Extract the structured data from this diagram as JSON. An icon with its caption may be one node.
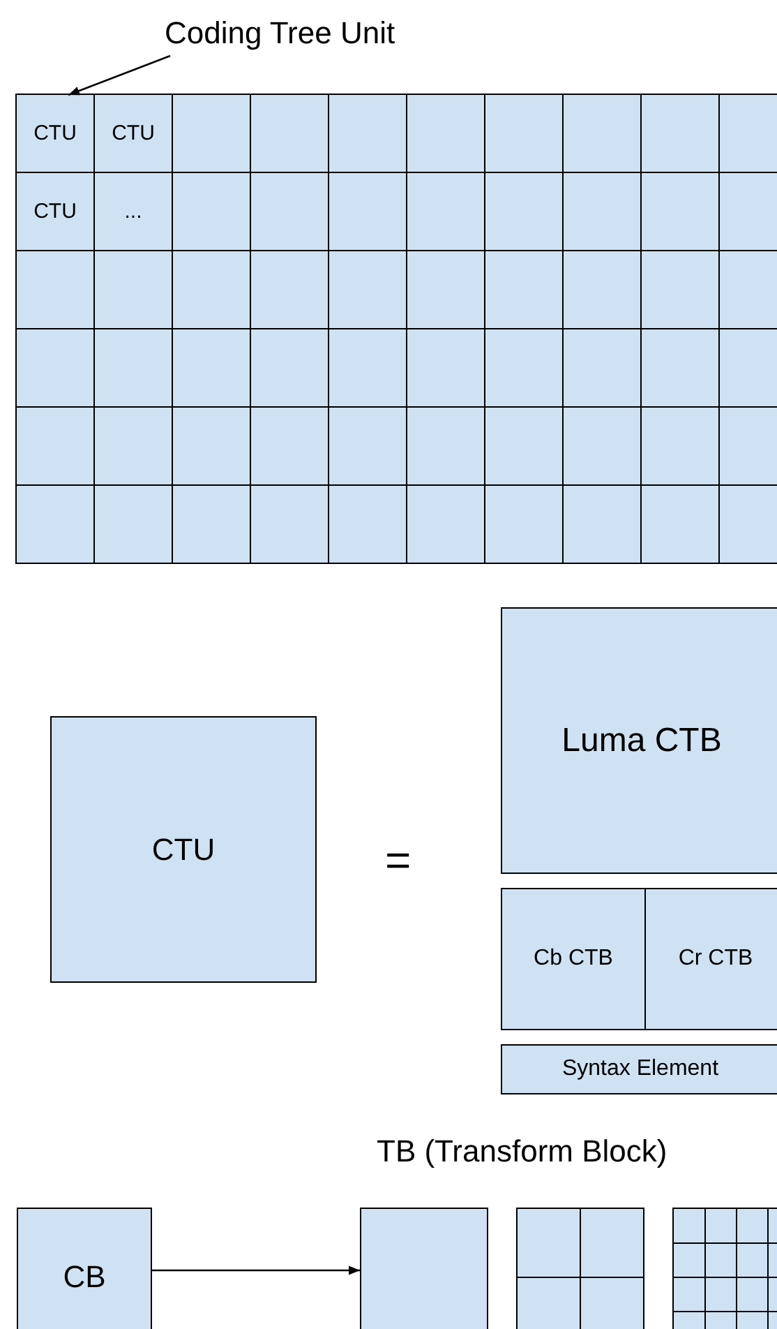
{
  "diagram": {
    "nodes": [
      {
        "text": [
          "Coding Tree Unit"
        ]
      },
      {
        "text": [
          "CTU"
        ]
      },
      {
        "text": [
          "CTU"
        ]
      },
      {
        "text": [],
        "shape": "box"
      },
      {
        "text": [],
        "shape": "box"
      },
      {
        "text": [],
        "shape": "box"
      },
      {
        "text": [],
        "shape": "box"
      },
      {
        "text": [],
        "shape": "box"
      },
      {
        "text": [],
        "shape": "box"
      },
      {
        "text": [],
        "shape": "box"
      },
      {
        "text": [],
        "shape": "box"
      },
      {
        "text": [
          "CTU"
        ]
      },
      {
        "text": [
          "..."
        ]
      },
      {
        "text": [],
        "shape": "box"
      },
      {
        "text": [],
        "shape": "box"
      },
      {
        "text": [],
        "shape": "box"
      },
      {
        "text": [],
        "shape": "box"
      },
      {
        "text": [],
        "shape": "box"
      },
      {
        "text": [],
        "shape": "box"
      },
      {
        "text": [],
        "shape": "box"
      },
      {
        "text": [],
        "shape": "box"
      },
      {
        "text": [],
        "shape": "box"
      },
      {
        "text": [],
        "shape": "box"
      },
      {
        "text": [],
        "shape": "box"
      },
      {
        "text": [],
        "shape": "box"
      },
      {
        "text": [],
        "shape": "box"
      },
      {
        "text": [],
        "shape": "box"
      },
      {
        "text": [],
        "shape": "box"
      },
      {
        "text": [],
        "shape": "box"
      },
      {
        "text": [],
        "shape": "box"
      },
      {
        "text": [],
        "shape": "box"
      },
      {
        "text": [],
        "shape": "box"
      },
      {
        "text": [],
        "shape": "box"
      },
      {
        "text": [],
        "shape": "box"
      },
      {
        "text": [],
        "shape": "box"
      },
      {
        "text": [],
        "shape": "box"
      },
      {
        "text": [],
        "shape": "box"
      },
      {
        "text": [],
        "shape": "box"
      },
      {
        "text": [],
        "shape": "box"
      },
      {
        "text": [],
        "shape": "box"
      },
      {
        "text": [],
        "shape": "box"
      },
      {
        "text": [],
        "shape": "box"
      },
      {
        "text": [],
        "shape": "box"
      },
      {
        "text": [],
        "shape": "box"
      },
      {
        "text": [],
        "shape": "box"
      },
      {
        "text": [],
        "shape": "box"
      },
      {
        "text": [],
        "shape": "box"
      },
      {
        "text": [],
        "shape": "box"
      },
      {
        "text": [],
        "shape": "box"
      },
      {
        "text": [],
        "shape": "box"
      },
      {
        "text": [],
        "shape": "box"
      },
      {
        "text": [],
        "shape": "box"
      },
      {
        "text": [],
        "shape": "box"
      },
      {
        "text": [],
        "shape": "box"
      },
      {
        "text": [],
        "shape": "box"
      },
      {
        "text": [],
        "shape": "box"
      },
      {
        "text": [],
        "shape": "box"
      },
      {
        "text": [],
        "shape": "box"
      },
      {
        "text": [],
        "shape": "box"
      },
      {
        "text": [],
        "shape": "box"
      },
      {
        "text": [],
        "shape": "box"
      },
      {
        "text": [
          "CTU"
        ]
      },
      {
        "text": [
          "Luma CTB"
        ]
      },
      {
        "text": [
          "Cb CTB"
        ]
      },
      {
        "text": [
          "Cr CTB"
        ]
      },
      {
        "text": [
          "Syntax Element"
        ]
      },
      {
        "text": [
          "CB"
        ]
      },
      {
        "text": [],
        "shape": "box"
      },
      {
        "text": [],
        "shape": "box"
      },
      {
        "text": [],
        "shape": "box"
      }
    ],
    "edges": [
      {
        "from": 0,
        "to": 1,
        "arrow": "to"
      },
      {
        "from": 66,
        "to": 67,
        "arrow": "to"
      }
    ],
    "labels": [
      "=",
      "TB (Transform Block)"
    ]
  }
}
